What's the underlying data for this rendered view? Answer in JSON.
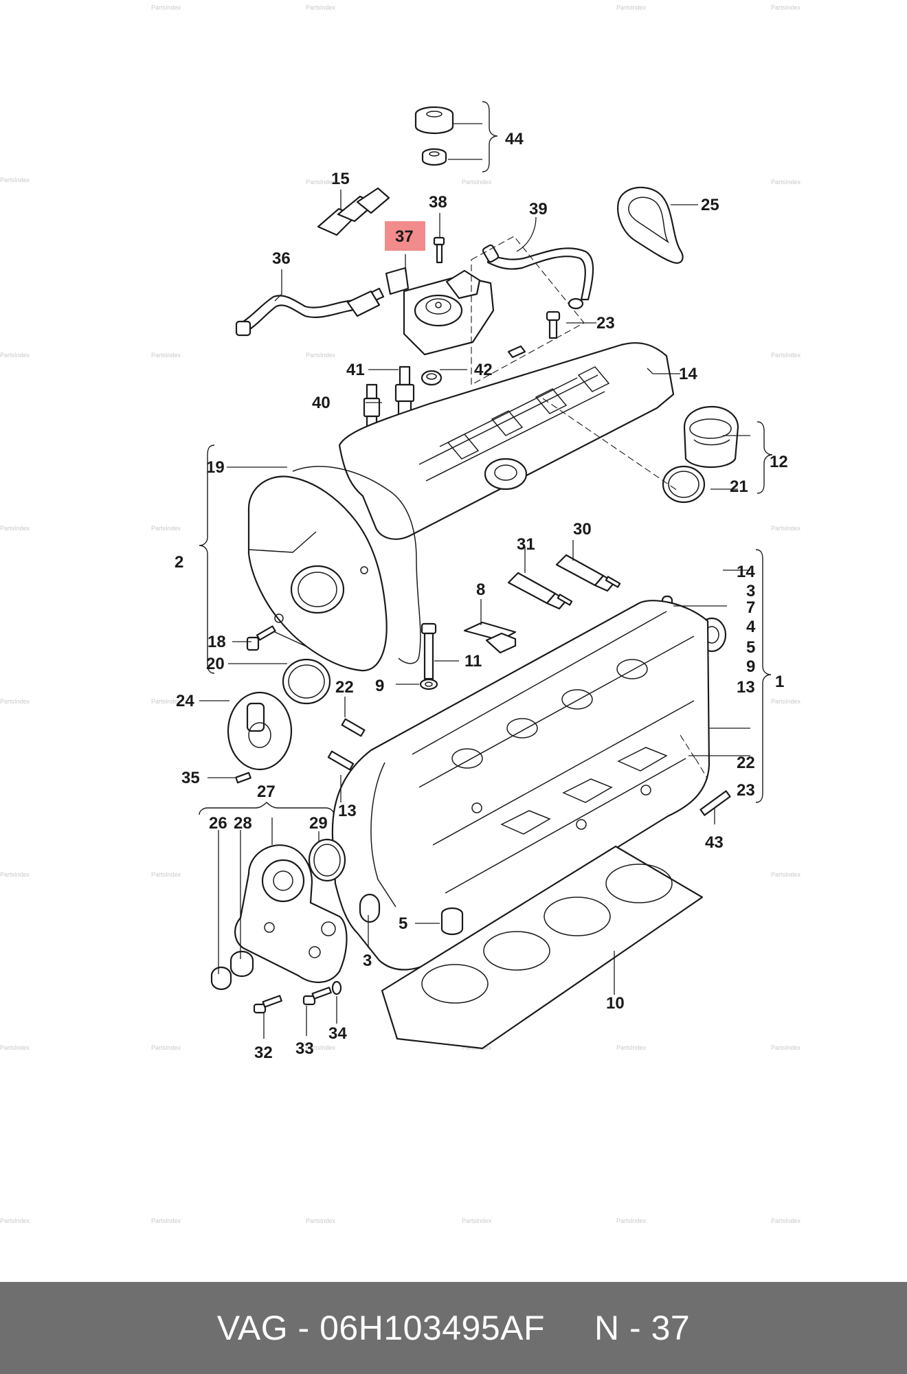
{
  "diagram": {
    "highlight_color": "#f28b8b",
    "highlighted_part": "37",
    "watermark_text": "PartsIndex",
    "labels": [
      "44",
      "15",
      "38",
      "39",
      "25",
      "37",
      "36",
      "23",
      "41",
      "42",
      "14",
      "40",
      "19",
      "12",
      "21",
      "2",
      "31",
      "30",
      "8",
      "14",
      "3",
      "7",
      "4",
      "18",
      "11",
      "5",
      "9",
      "20",
      "9",
      "22",
      "13",
      "1",
      "24",
      "22",
      "23",
      "35",
      "13",
      "27",
      "43",
      "26",
      "28",
      "29",
      "5",
      "3",
      "10",
      "32",
      "33",
      "34"
    ]
  },
  "footer": {
    "part_text": "VAG - 06H103495AF",
    "ref_text": "N - 37",
    "background": "#6f6f6f"
  }
}
